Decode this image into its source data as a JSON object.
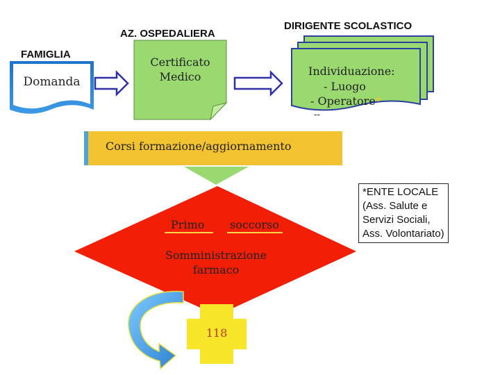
{
  "headers": {
    "azienda": "AZ. OSPEDALIERA",
    "dirigente": "DIRIGENTE SCOLASTICO",
    "famiglia": "FAMIGLIA"
  },
  "boxes": {
    "domanda": "Domanda",
    "certificato_line1": "Certificato",
    "certificato_line2": "Medico",
    "individuazione_title": "Individuazione:",
    "individuazione_item1": "-   Luogo",
    "individuazione_item2": "-   Operatore",
    "individuazione_asterisk": "*",
    "individuazione_dash": "--",
    "corsi": "Corsi  formazione/aggiornamento"
  },
  "diamond": {
    "primo": "Primo",
    "soccorso": "soccorso",
    "somm_line1": "Somministrazione",
    "somm_line2": "farmaco"
  },
  "cross_label": "118",
  "ente_note": {
    "line1": "*ENTE LOCALE",
    "line2": "(Ass. Salute e",
    "line3": "Servizi Sociali,",
    "line4": "Ass. Volontariato)"
  },
  "colors": {
    "doc_blue": "#1f7fd0",
    "note_green": "#9ad870",
    "corsi_fill": "#f2c230",
    "diamond_fill": "#f21e06",
    "cross_fill": "#f7e62a",
    "arrow_fill": "#2f8fd6"
  }
}
